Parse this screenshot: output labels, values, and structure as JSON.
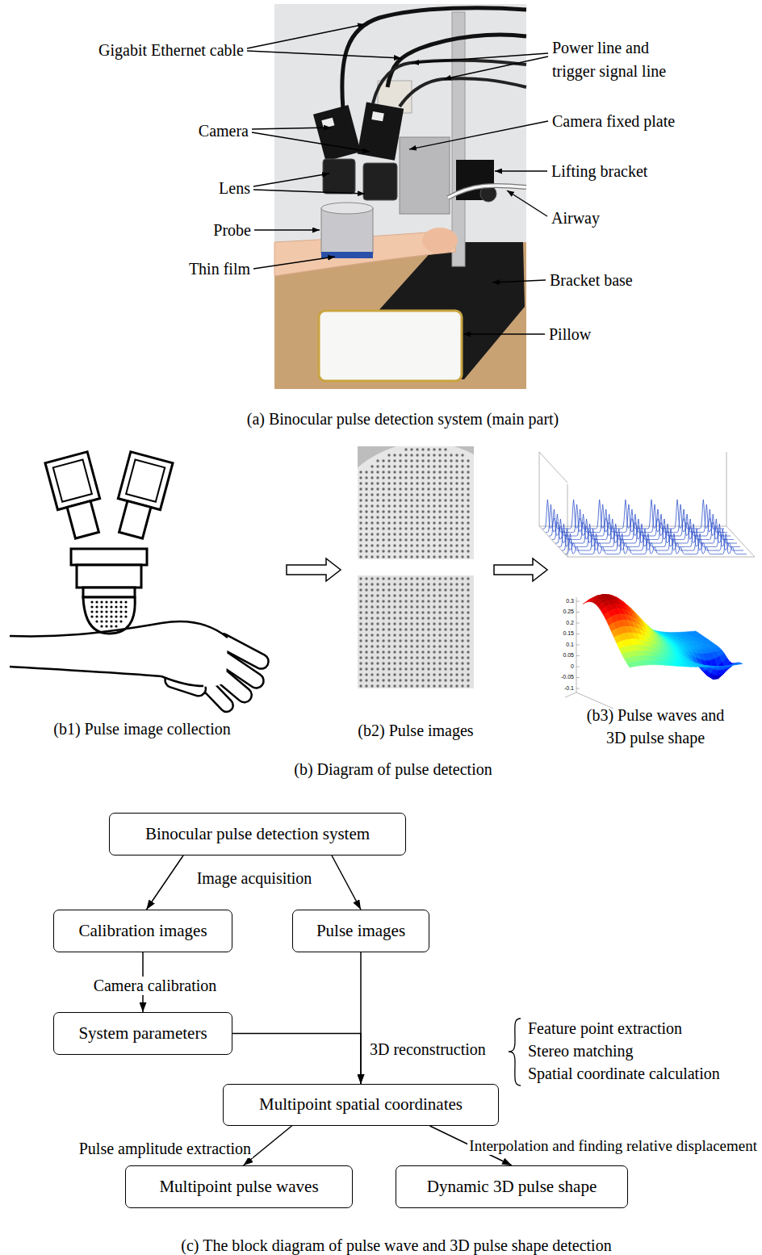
{
  "diagram": {
    "nodes": [
      {
        "text": [
          "Binocular pulse detection system"
        ]
      },
      {
        "text": [
          "Calibration images"
        ]
      },
      {
        "text": [
          "Pulse images"
        ]
      },
      {
        "text": [
          "System parameters"
        ]
      },
      {
        "text": [
          "Multipoint spatial coordinates"
        ]
      },
      {
        "text": [
          "Multipoint pulse waves"
        ]
      },
      {
        "text": [
          "Dynamic 3D pulse shape"
        ]
      }
    ],
    "edges": [
      {
        "from": 0,
        "to": 1,
        "label": "Image acquisition",
        "arrow": "to"
      },
      {
        "from": 0,
        "to": 2,
        "arrow": "to"
      },
      {
        "from": 1,
        "to": 3,
        "label": "Camera calibration",
        "arrow": "to"
      },
      {
        "from": 2,
        "to": 4,
        "label": "3D reconstruction",
        "arrow": "to"
      },
      {
        "from": 3,
        "to": 4,
        "arrow": "to"
      },
      {
        "from": 4,
        "to": 5,
        "label": "Pulse amplitude extraction",
        "arrow": "to"
      },
      {
        "from": 4,
        "to": 6,
        "label": "Interpolation and finding relative displacement",
        "arrow": "to"
      }
    ],
    "labels": [
      "Gigabit Ethernet cable",
      "Camera",
      "Lens",
      "Probe",
      "Thin film",
      "Power line and trigger signal line",
      "Camera fixed plate",
      "Lifting bracket",
      "Airway",
      "Bracket base",
      "Pillow",
      "(a) Binocular pulse detection system (main part)",
      "(b1) Pulse image collection",
      "(b2) Pulse images",
      "(b3) Pulse waves and 3D pulse shape",
      "(b) Diagram of pulse detection",
      "Feature point extraction",
      "Stereo matching",
      "Spatial coordinate calculation",
      "(c) The block diagram of pulse wave and 3D pulse shape detection",
      "0.3",
      "0.25",
      "0.2",
      "0.15",
      "0.1",
      "0.05",
      "0",
      "-0.05",
      "-0.1"
    ]
  }
}
